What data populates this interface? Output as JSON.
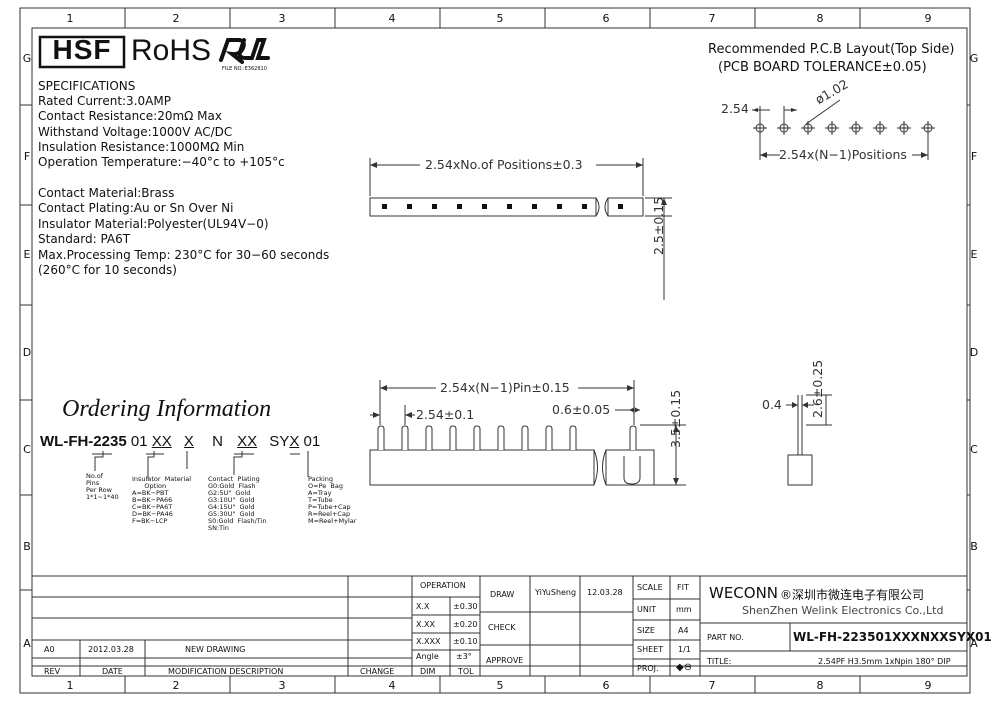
{
  "frame": {
    "columns": [
      "1",
      "2",
      "3",
      "4",
      "5",
      "6",
      "7",
      "8",
      "9"
    ],
    "rows": [
      "G",
      "F",
      "E",
      "D",
      "C",
      "B",
      "A"
    ]
  },
  "logos": {
    "hsf": "HSF",
    "rohs": "RoHS",
    "ul_mark": "RU",
    "file_no": "FILE NO.:E362810"
  },
  "specifications": {
    "title": "SPECIFICATIONS",
    "lines_group1": [
      "Rated  Current:3.0AMP",
      "Contact  Resistance:20mΩ  Max",
      "Withstand  Voltage:1000V  AC/DC",
      "Insulation  Resistance:1000MΩ  Min",
      "Operation  Temperature:−40°c  to  +105°c"
    ],
    "lines_group2": [
      "Contact  Material:Brass",
      "Contact  Plating:Au  or  Sn  Over  Ni",
      "Insulator  Material:Polyester(UL94V−0)",
      "Standard:              PA6T",
      "Max.Processing  Temp:  230°C  for  30−60  seconds",
      "                              (260°C  for  10  seconds)"
    ]
  },
  "pcb_layout": {
    "title_line1": "Recommended  P.C.B  Layout(Top  Side)",
    "title_line2": "(PCB  BOARD  TOLERANCE±0.05)",
    "pitch": "2.54",
    "hole": "ø1.02",
    "span": "2.54x(N−1)Positions"
  },
  "dimensions": {
    "top_length": "2.54xNo.of  Positions±0.3",
    "top_height": "2.5±0.15",
    "pin_span": "2.54x(N−1)Pin±0.15",
    "pitch": "2.54±0.1",
    "pin_width": "0.6±0.05",
    "body_height": "3.5±0.15",
    "side_pin": "0.4",
    "side_height": "2.6±0.25"
  },
  "ordering": {
    "title": "Ordering Information",
    "part_prefix": "WL-FH-2235",
    "part_segments": [
      "01",
      "XX",
      "X",
      "N",
      "XX",
      "S",
      "Y",
      "X",
      "01"
    ],
    "labels": {
      "pins": "No.of\nPins\nPer Row\n1*1~1*40",
      "insulator": "Insulator  Material\n      Option\nA=BK−PBT\nB=BK−PA66\nC=BK−PA6T\nD=BK−PA46\nF=BK−LCP",
      "plating": "Contact  Plating\nG0:Gold  Flash\nG2:5U\"  Gold\nG3:10U\"  Gold\nG4:15U\"  Gold\nG5:30U\"  Gold\nS0:Gold  Flash/Tin\nSN:Tin",
      "packing": "Packing\nO=Pe  Bag\nA=Tray\nT=Tube\nP=Tube+Cap\nR=Reel+Cap\nM=Reel+Mylar"
    }
  },
  "title_block": {
    "revision": {
      "rev": "A0",
      "date": "2012.03.28",
      "description": "NEW  DRAWING"
    },
    "headers": {
      "rev": "REV",
      "date": "DATE",
      "description": "MODIFICATION  DESCRIPTION",
      "change": "CHANGE"
    },
    "tolerance": {
      "header": "OPERATION",
      "rows": [
        {
          "label": "X.X",
          "value": "±0.30"
        },
        {
          "label": "X.XX",
          "value": "±0.20"
        },
        {
          "label": "X.XXX",
          "value": "±0.10"
        },
        {
          "label": "Angle",
          "value": "±3°"
        }
      ],
      "footer_dim": "DIM",
      "footer_tol": "TOL"
    },
    "draw": {
      "label": "DRAW",
      "name": "YiYuSheng",
      "date": "12.03.28"
    },
    "check": {
      "label": "CHECK"
    },
    "approve": {
      "label": "APPROVE"
    },
    "scale": {
      "label": "SCALE",
      "value": "FIT"
    },
    "unit": {
      "label": "UNIT",
      "value": "mm"
    },
    "size": {
      "label": "SIZE",
      "value": "A4"
    },
    "sheet": {
      "label": "SHEET",
      "value": "1/1"
    },
    "proj": {
      "label": "PROJ.",
      "symbol": "◆⊖"
    },
    "company": {
      "brand": "WECONN",
      "cn_name": "®深圳市微连电子有限公司",
      "en_name": "ShenZhen Welink Electronics Co.,Ltd"
    },
    "part_no": {
      "label": "PART  NO.",
      "value": "WL-FH-223501XXXNXXSYX01"
    },
    "title": {
      "label": "TITLE:",
      "value": "2.54PF  H3.5mm  1xNpin  180°  DIP"
    }
  }
}
